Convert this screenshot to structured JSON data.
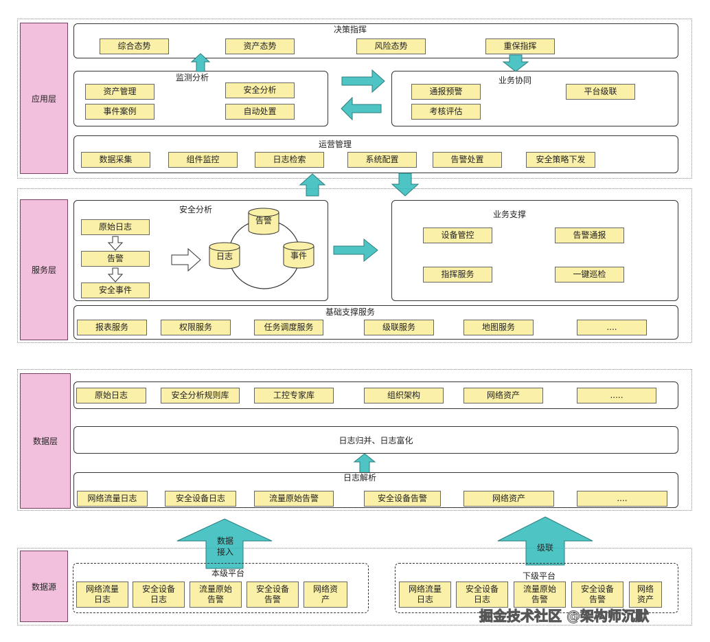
{
  "app_layer": {
    "label": "应用层",
    "decision": {
      "title": "决策指挥",
      "items": [
        "综合态势",
        "资产态势",
        "风险态势",
        "重保指挥"
      ]
    },
    "monitor": {
      "title": "监测分析",
      "items": [
        "资产管理",
        "安全分析",
        "事件案例",
        "自动处置"
      ]
    },
    "collab": {
      "title": "业务协同",
      "items": [
        "通报预警",
        "平台级联",
        "考核评估"
      ]
    },
    "ops": {
      "title": "运营管理",
      "items": [
        "数据采集",
        "组件监控",
        "日志检索",
        "系统配置",
        "告警处置",
        "安全策略下发"
      ]
    }
  },
  "service_layer": {
    "label": "服务层",
    "analysis": {
      "title": "安全分析",
      "flow": [
        "原始日志",
        "告警",
        "安全事件"
      ],
      "cylinders": [
        "告警",
        "日志",
        "事件"
      ]
    },
    "support": {
      "title": "业务支撑",
      "items": [
        "设备管控",
        "告警通报",
        "指挥服务",
        "一键巡检"
      ]
    },
    "base": {
      "title": "基础支撑服务",
      "items": [
        "报表服务",
        "权限服务",
        "任务调度服务",
        "级联服务",
        "地图服务",
        "...."
      ]
    }
  },
  "data_layer": {
    "label": "数据层",
    "stores": [
      "原始日志",
      "安全分析规则库",
      "工控专家库",
      "组织架构",
      "网络资产",
      "....."
    ],
    "merge": "日志归并、日志富化",
    "parse": {
      "title": "日志解析",
      "items": [
        "网络流量日志",
        "安全设备日志",
        "流量原始告警",
        "安全设备告警",
        "网络资产",
        "...."
      ]
    }
  },
  "arrows": {
    "ingest": "数据\n接入",
    "cascade": "级联"
  },
  "source_layer": {
    "label": "数据源",
    "local": {
      "title": "本级平台",
      "items": [
        "网络流量\n日志",
        "安全设备\n日志",
        "流量原始\n告警",
        "安全设备\n告警",
        "网络资\n产"
      ]
    },
    "lower": {
      "title": "下级平台",
      "items": [
        "网络流量\n日志",
        "安全设备\n日志",
        "流量原始\n告警",
        "安全设备\n告警",
        "网络\n资产"
      ]
    }
  },
  "watermark": "掘金技术社区 @架构师沉默",
  "colors": {
    "layer_tag": "#f2bfdc",
    "chip": "#fbf0a8",
    "arrow": "#4ec4c4"
  }
}
